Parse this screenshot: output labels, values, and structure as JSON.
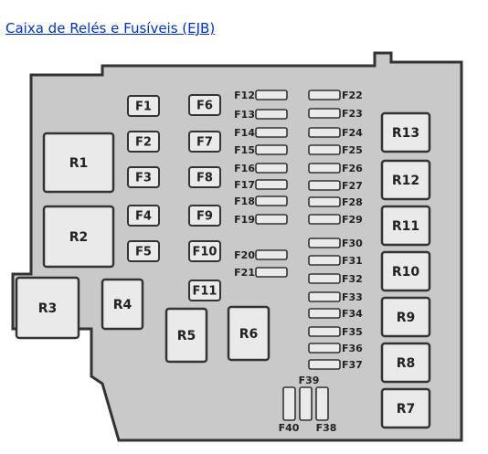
{
  "title": "Caixa de Relés e Fusíveis (EJB)",
  "colors": {
    "housing": "#c9c9c9",
    "component": "#eaeaea",
    "outline": "#333333",
    "link": "#0033cc"
  },
  "relays": [
    "R1",
    "R2",
    "R3",
    "R4",
    "R5",
    "R6",
    "R7",
    "R8",
    "R9",
    "R10",
    "R11",
    "R12",
    "R13"
  ],
  "fuses_large": [
    "F1",
    "F2",
    "F3",
    "F4",
    "F5",
    "F6",
    "F7",
    "F8",
    "F9",
    "F10",
    "F11"
  ],
  "fuses_mini_left": [
    "F12",
    "F13",
    "F14",
    "F15",
    "F16",
    "F17",
    "F18",
    "F19",
    "F20",
    "F21"
  ],
  "fuses_mini_right": [
    "F22",
    "F23",
    "F24",
    "F25",
    "F26",
    "F27",
    "F28",
    "F29",
    "F30",
    "F31",
    "F32",
    "F33",
    "F34",
    "F35",
    "F36",
    "F37"
  ],
  "fuses_vertical": [
    "F39",
    "F40",
    "F38"
  ]
}
